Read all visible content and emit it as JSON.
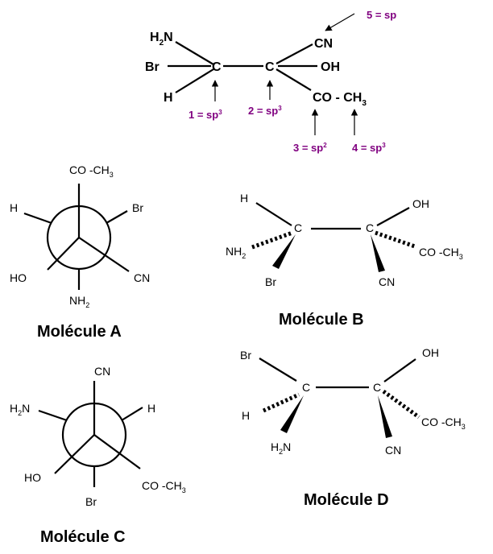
{
  "colors": {
    "annotation": "#800080",
    "ink": "#000000"
  },
  "top": {
    "nh2": "H2N",
    "br": "Br",
    "h": "H",
    "c1": "C",
    "c2": "C",
    "cn": "CN",
    "oh": "OH",
    "coch3": "CO - CH3",
    "hyb1": "1 = sp3",
    "hyb2": "2 = sp3",
    "hyb3": "3 = sp2",
    "hyb4": "4 = sp3",
    "hyb5": "5 = sp"
  },
  "molA": {
    "title": "Molécule A",
    "front": "CO -CH3",
    "br": "Br",
    "h": "H",
    "ho": "HO",
    "cn": "CN",
    "nh2": "NH2"
  },
  "molB": {
    "title": "Molécule B",
    "h": "H",
    "nh2": "NH2",
    "br": "Br",
    "c1": "C",
    "c2": "C",
    "oh": "OH",
    "coch3": "CO -CH3",
    "cn": "CN"
  },
  "molC": {
    "title": "Molécule C",
    "cn": "CN",
    "h2n": "H2N",
    "h": "H",
    "ho": "HO",
    "br": "Br",
    "coch3": "CO -CH3"
  },
  "molD": {
    "title": "Molécule D",
    "br": "Br",
    "h": "H",
    "h2n": "H2N",
    "c1": "C",
    "c2": "C",
    "oh": "OH",
    "coch3": "CO -CH3",
    "cn": "CN"
  }
}
